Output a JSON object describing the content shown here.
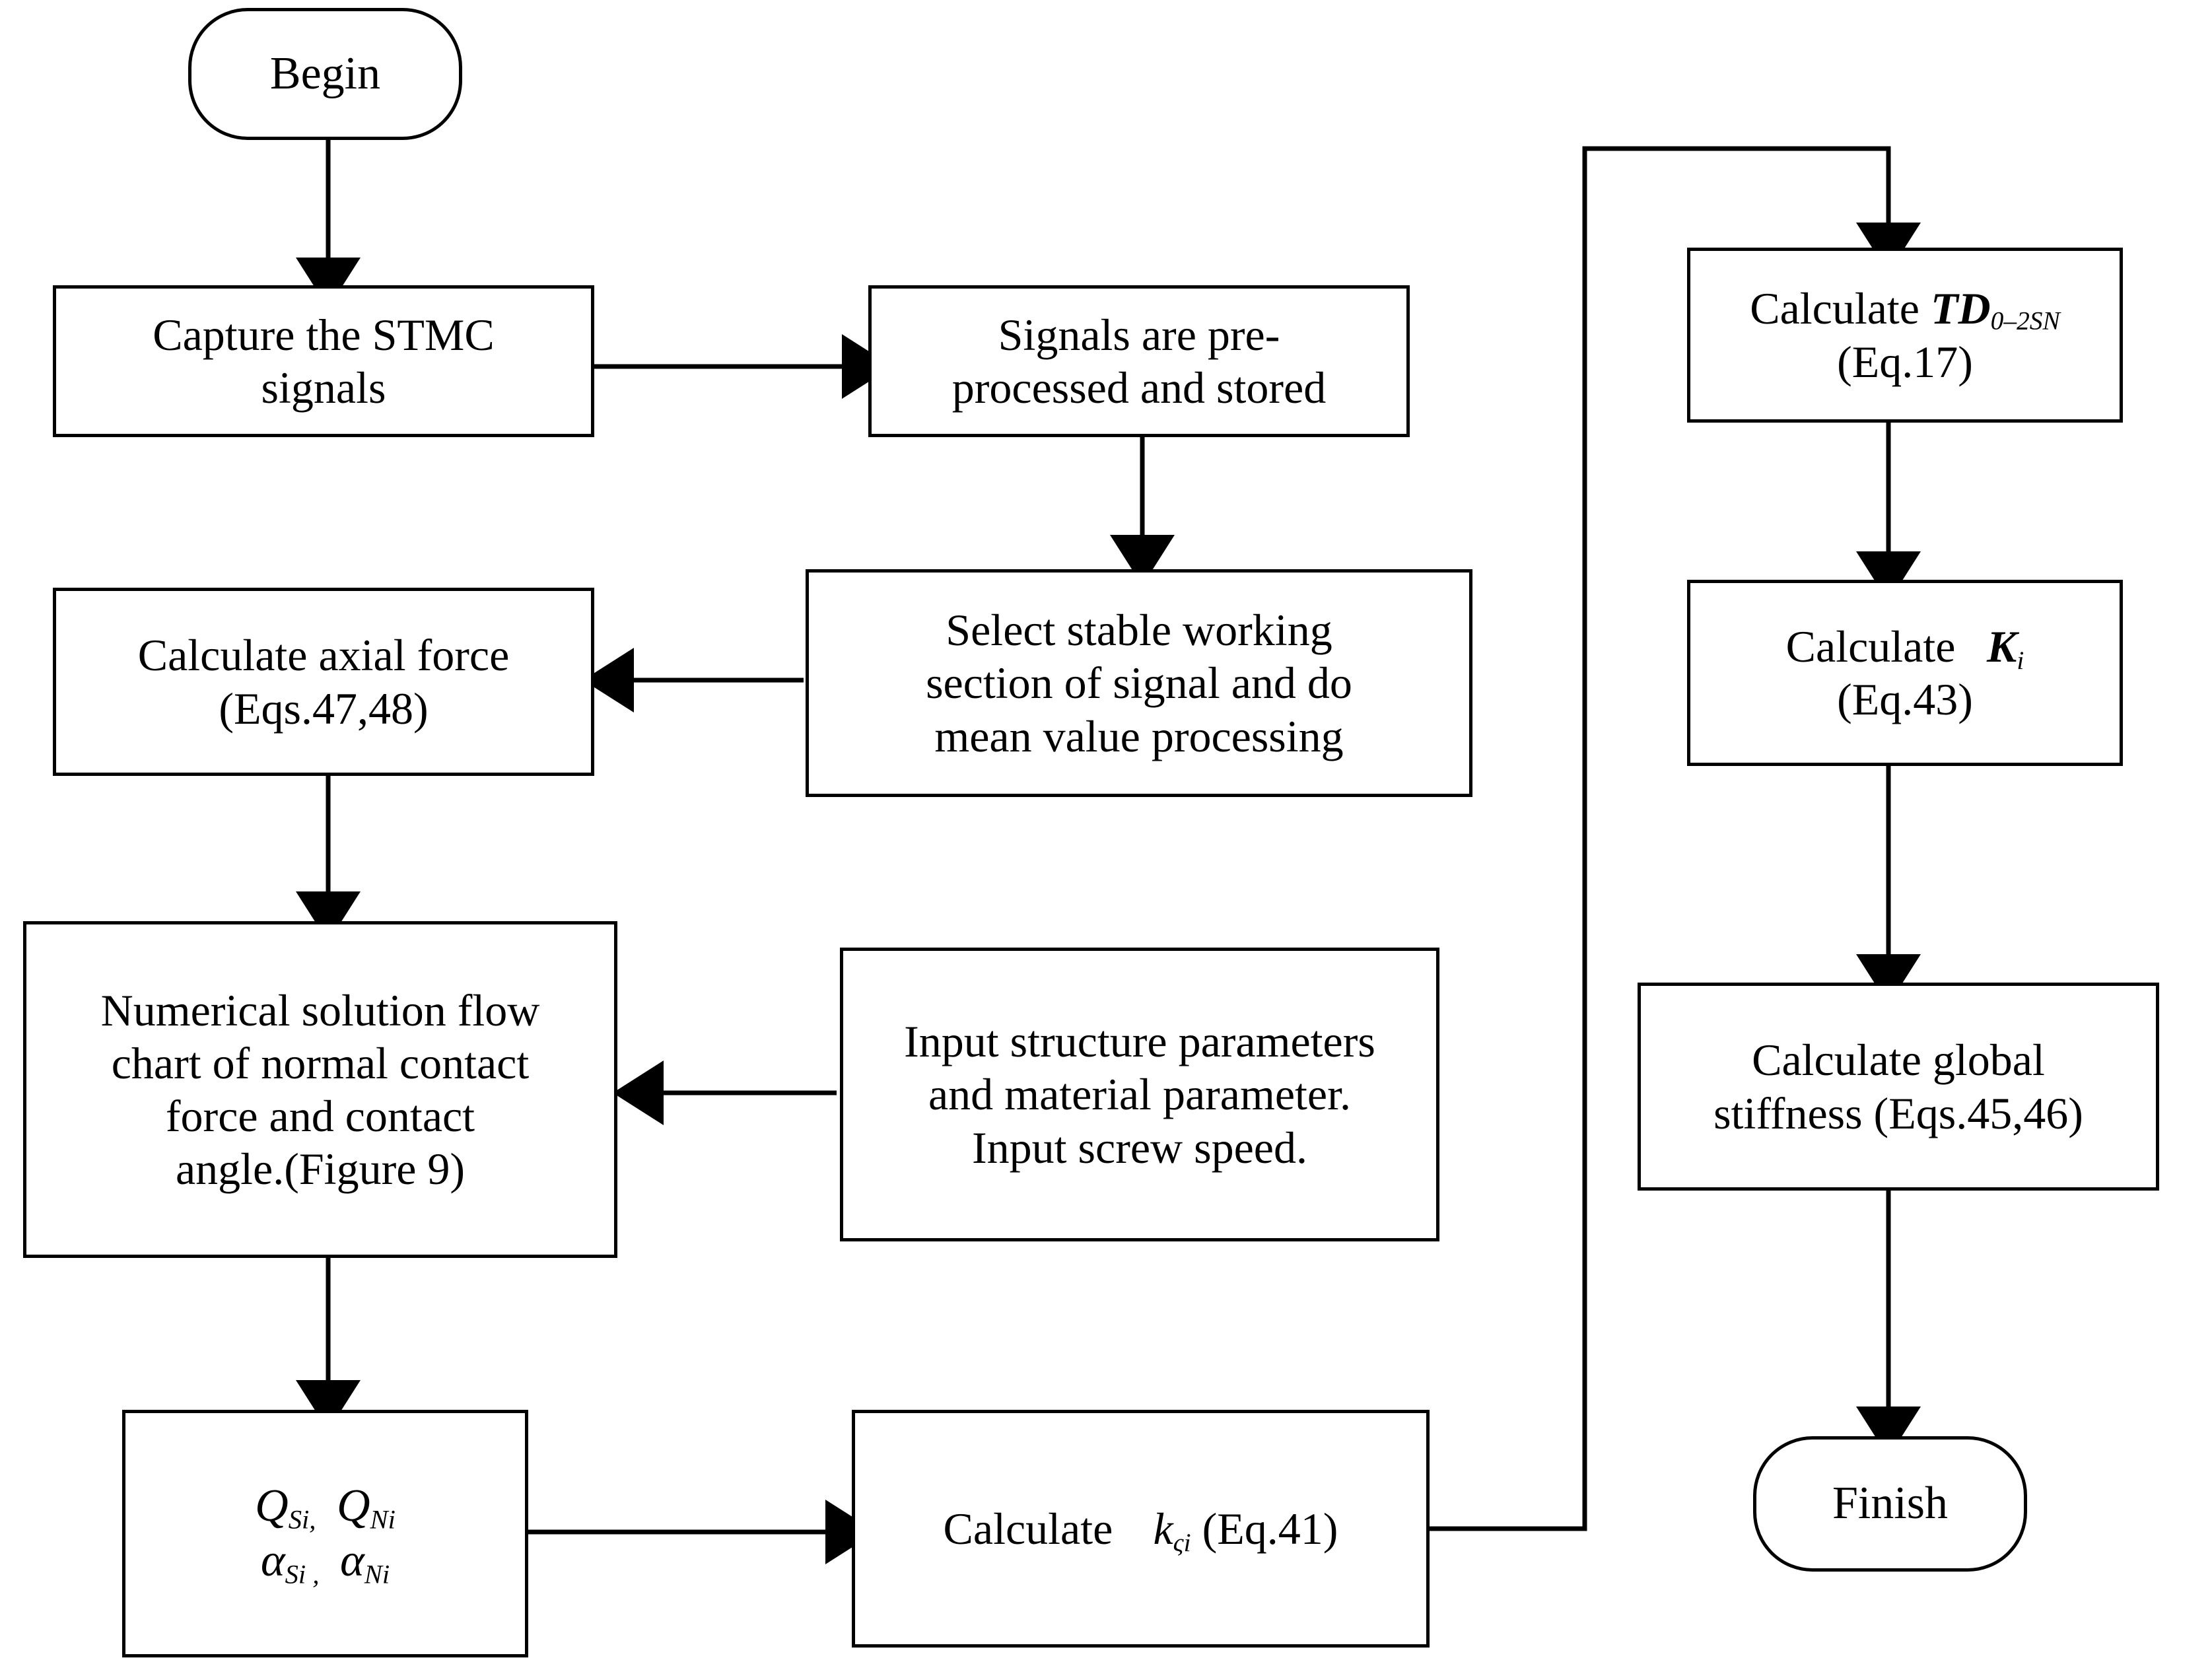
{
  "diagram": {
    "type": "flowchart",
    "title": "",
    "background_color": "#ffffff",
    "line_color": "#000000",
    "nodes": [
      {
        "id": "begin",
        "shape": "terminal",
        "label": "Begin"
      },
      {
        "id": "capture",
        "shape": "process",
        "label": "Capture the STMC signals"
      },
      {
        "id": "preprocess",
        "shape": "process",
        "label": "Signals are pre-processed and stored"
      },
      {
        "id": "select",
        "shape": "process",
        "label": "Select stable working section of signal and do mean value processing"
      },
      {
        "id": "axial",
        "shape": "process",
        "label": "Calculate axial force (Eqs.47,48)"
      },
      {
        "id": "numerical",
        "shape": "process",
        "label": "Numerical solution flow chart of normal contact force and contact angle.(Figure 9)"
      },
      {
        "id": "input",
        "shape": "process",
        "label": "Input structure parameters and material parameter. Input screw speed."
      },
      {
        "id": "qalpha",
        "shape": "process",
        "label": "Q_Si, Q_Ni  α_Si, α_Ni"
      },
      {
        "id": "kzi",
        "shape": "process",
        "label": "Calculate k_ςi (Eq.41)"
      },
      {
        "id": "td",
        "shape": "process",
        "label": "Calculate TD_0–2SN (Eq.17)"
      },
      {
        "id": "ki",
        "shape": "process",
        "label": "Calculate K_i (Eq.43)"
      },
      {
        "id": "global",
        "shape": "process",
        "label": "Calculate global stiffness (Eqs.45,46)"
      },
      {
        "id": "finish",
        "shape": "terminal",
        "label": "Finish"
      }
    ],
    "edges": [
      {
        "from": "begin",
        "to": "capture",
        "style": "straight-down"
      },
      {
        "from": "capture",
        "to": "preprocess",
        "style": "straight-right"
      },
      {
        "from": "preprocess",
        "to": "select",
        "style": "straight-down"
      },
      {
        "from": "select",
        "to": "axial",
        "style": "straight-left"
      },
      {
        "from": "axial",
        "to": "numerical",
        "style": "straight-down"
      },
      {
        "from": "input",
        "to": "numerical",
        "style": "straight-left"
      },
      {
        "from": "numerical",
        "to": "qalpha",
        "style": "straight-down"
      },
      {
        "from": "qalpha",
        "to": "kzi",
        "style": "straight-right"
      },
      {
        "from": "kzi",
        "to": "td",
        "style": "elbow-up-right-down"
      },
      {
        "from": "td",
        "to": "ki",
        "style": "straight-down"
      },
      {
        "from": "ki",
        "to": "global",
        "style": "straight-down"
      },
      {
        "from": "global",
        "to": "finish",
        "style": "straight-down"
      }
    ]
  },
  "nodes": {
    "begin": {
      "label": "Begin"
    },
    "capture": {
      "line1": "Capture the STMC",
      "line2": "signals"
    },
    "preprocess": {
      "line1": "Signals are pre-",
      "line2": "processed and stored"
    },
    "select": {
      "line1": "Select stable working",
      "line2": "section of signal and do",
      "line3": "mean value processing"
    },
    "axial": {
      "line1": "Calculate axial force",
      "line2": "(Eqs.47,48)"
    },
    "numerical": {
      "line1": "Numerical solution flow",
      "line2": "chart of normal contact",
      "line3": "force and contact",
      "line4": "angle.(Figure 9)"
    },
    "input": {
      "line1": "Input structure parameters",
      "line2": "and material parameter.",
      "line3": "Input screw speed."
    },
    "qalpha": {
      "q_s_sym": "Q",
      "q_s_sub": "Si,",
      "q_n_sym": "Q",
      "q_n_sub": "Ni",
      "a_s_sym": "α",
      "a_s_sub": "Si ,",
      "a_n_sym": "α",
      "a_n_sub": "Ni"
    },
    "kzi": {
      "verb": "Calculate",
      "symbol": "k",
      "subscript": "ςi",
      "eq": "(Eq.41)"
    },
    "td": {
      "verb": "Calculate",
      "symbol": "TD",
      "subscript": "0–2SN",
      "eq": "(Eq.17)"
    },
    "ki": {
      "verb": "Calculate",
      "symbol": "K",
      "subscript": "i",
      "eq": "(Eq.43)"
    },
    "global": {
      "line1": "Calculate global",
      "line2": "stiffness (Eqs.45,46)"
    },
    "finish": {
      "label": "Finish"
    }
  }
}
